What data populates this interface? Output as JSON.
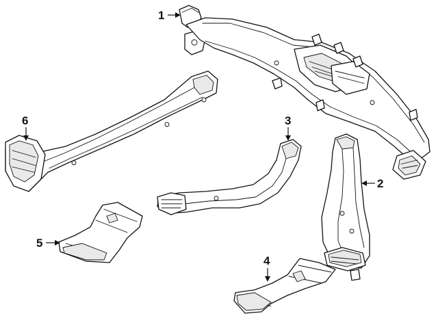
{
  "callouts": [
    {
      "number": "1"
    },
    {
      "number": "2"
    },
    {
      "number": "3"
    },
    {
      "number": "4"
    },
    {
      "number": "5"
    },
    {
      "number": "6"
    }
  ]
}
